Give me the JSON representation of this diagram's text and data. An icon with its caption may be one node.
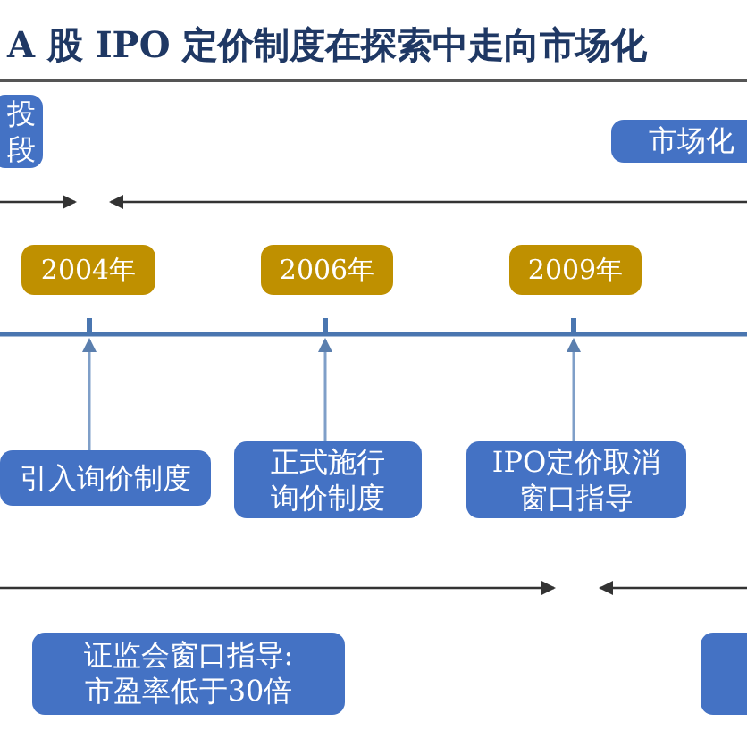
{
  "diagram": {
    "title": "A 股 IPO 定价制度在探索中走向市场化",
    "nodes": [
      {
        "text": [
          "投段"
        ]
      },
      {
        "text": [
          "市场化"
        ]
      },
      {
        "text": [
          "2004年"
        ]
      },
      {
        "text": [
          "2006年"
        ]
      },
      {
        "text": [
          "2009年"
        ]
      },
      {
        "text": [
          "引入询价制度"
        ]
      },
      {
        "text": [
          "正式施行询价制度"
        ]
      },
      {
        "text": [
          "IPO定价取消窗口指导"
        ]
      },
      {
        "text": [
          "证监会窗口指导: 市盈率低于30倍"
        ]
      },
      {
        "text": [],
        "shape": "box"
      }
    ],
    "edges": [
      {
        "from": 5,
        "to": 2,
        "arrow": "to"
      },
      {
        "from": 6,
        "to": 3,
        "arrow": "to"
      },
      {
        "from": 7,
        "to": 4,
        "arrow": "to"
      }
    ]
  }
}
